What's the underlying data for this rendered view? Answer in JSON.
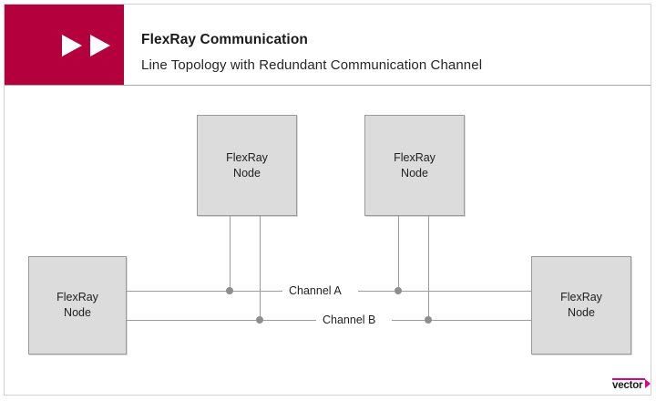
{
  "header": {
    "title": "FlexRay Communication",
    "subtitle": "Line Topology with Redundant Communication Channel",
    "logo_icon": "double-play-triangle-icon",
    "accent_color": "#b4003c"
  },
  "diagram": {
    "type": "network-topology",
    "nodes": [
      {
        "id": "node-top-left",
        "label": "FlexRay\nNode"
      },
      {
        "id": "node-top-right",
        "label": "FlexRay\nNode"
      },
      {
        "id": "node-left",
        "label": "FlexRay\nNode"
      },
      {
        "id": "node-right",
        "label": "FlexRay\nNode"
      }
    ],
    "channels": [
      {
        "id": "channel-a",
        "label": "Channel A"
      },
      {
        "id": "channel-b",
        "label": "Channel B"
      }
    ],
    "node_fill": "#dcdcdc",
    "node_border": "#9a9a9a",
    "wire_color": "#9c9c9c"
  },
  "footer": {
    "brand": "vector",
    "brand_accent": "#e6007e"
  }
}
